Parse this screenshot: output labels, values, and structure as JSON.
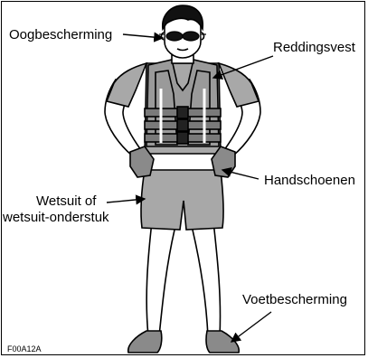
{
  "labels": {
    "eye": "Oogbescherming",
    "vest": "Reddingsvest",
    "gloves": "Handschoenen",
    "wetsuit_line1": "Wetsuit of",
    "wetsuit_line2": "wetsuit-onderstuk",
    "foot": "Voetbescherming"
  },
  "figure_code": "F00A12A",
  "colors": {
    "line": "#000000",
    "gray_fill": "#a8a8a8",
    "dark_fill": "#7a7a7a",
    "background": "#ffffff"
  }
}
